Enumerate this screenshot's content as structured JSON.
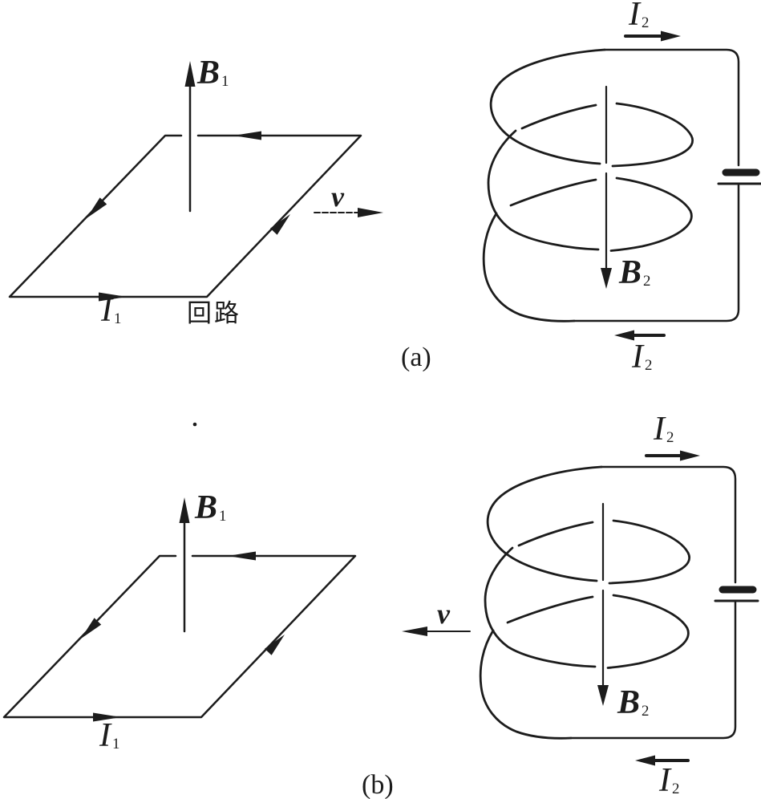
{
  "figure": {
    "ink_color": "#1c1c1c",
    "background": "#ffffff",
    "description_elements": {
      "loop_shape": "parallelogram-current-loop",
      "coil_shape": "three-turn-helical-coil-with-battery"
    }
  },
  "panel_a": {
    "caption": "(a)",
    "loop": {
      "field": {
        "base": "B",
        "sub": "1"
      },
      "current": {
        "base": "I",
        "sub": "1"
      },
      "name": "回路",
      "velocity": {
        "base": "v",
        "sub": ""
      }
    },
    "coil": {
      "current_top": {
        "base": "I",
        "sub": "2"
      },
      "current_bottom": {
        "base": "I",
        "sub": "2"
      },
      "field": {
        "base": "B",
        "sub": "2"
      }
    }
  },
  "panel_b": {
    "caption": "(b)",
    "loop": {
      "field": {
        "base": "B",
        "sub": "1"
      },
      "current": {
        "base": "I",
        "sub": "1"
      },
      "velocity": {
        "base": "v",
        "sub": ""
      }
    },
    "coil": {
      "current_top": {
        "base": "I",
        "sub": "2"
      },
      "current_bottom": {
        "base": "I",
        "sub": "2"
      },
      "field": {
        "base": "B",
        "sub": "2"
      }
    }
  }
}
